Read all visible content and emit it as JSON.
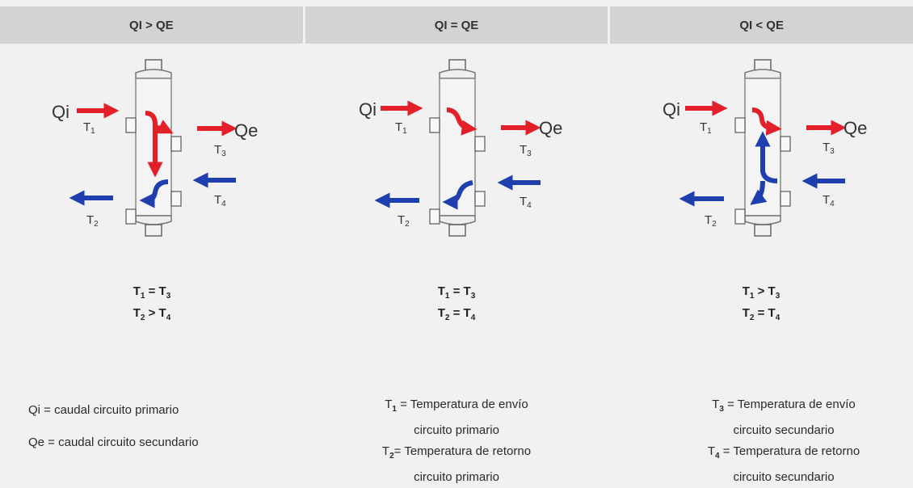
{
  "header": {
    "col1": "QI > QE",
    "col2": "QI = QE",
    "col3": "QI < QE"
  },
  "diagram_labels": {
    "qi": "Qi",
    "qe": "Qe",
    "t1": "T",
    "t1_sub": "1",
    "t2": "T",
    "t2_sub": "2",
    "t3": "T",
    "t3_sub": "3",
    "t4": "T",
    "t4_sub": "4"
  },
  "equations": {
    "col1": [
      {
        "a": "T",
        "a_sub": "1",
        "op": " = ",
        "b": "T",
        "b_sub": "3"
      },
      {
        "a": "T",
        "a_sub": "2",
        "op": " > ",
        "b": "T",
        "b_sub": "4"
      }
    ],
    "col2": [
      {
        "a": "T",
        "a_sub": "1",
        "op": " = ",
        "b": "T",
        "b_sub": "3"
      },
      {
        "a": "T",
        "a_sub": "2",
        "op": " = ",
        "b": "T",
        "b_sub": "4"
      }
    ],
    "col3": [
      {
        "a": "T",
        "a_sub": "1",
        "op": " > ",
        "b": "T",
        "b_sub": "3"
      },
      {
        "a": "T",
        "a_sub": "2",
        "op": " = ",
        "b": "T",
        "b_sub": "4"
      }
    ]
  },
  "legend": {
    "qi_line": "Qi = caudal circuito primario",
    "qe_line": "Qe = caudal circuito secundario",
    "t1_prefix": "T",
    "t1_sub": "1",
    "t1_text": " = Temperatura de envío",
    "t1_cont": "circuito primario",
    "t2_prefix": "T",
    "t2_sub": "2",
    "t2_text": "= Temperatura de retorno",
    "t2_cont": "circuito primario",
    "t3_prefix": "T",
    "t3_sub": "3",
    "t3_text": " = Temperatura de envío",
    "t3_cont": "circuito secundario",
    "t4_prefix": "T",
    "t4_sub": "4",
    "t4_text": " = Temperatura de retorno",
    "t4_cont": "circuito secundario"
  },
  "colors": {
    "red_flow": "#e3202a",
    "blue_flow": "#1f3fb0",
    "header_bg": "#d3d3d3",
    "background": "#f1f1f1"
  }
}
